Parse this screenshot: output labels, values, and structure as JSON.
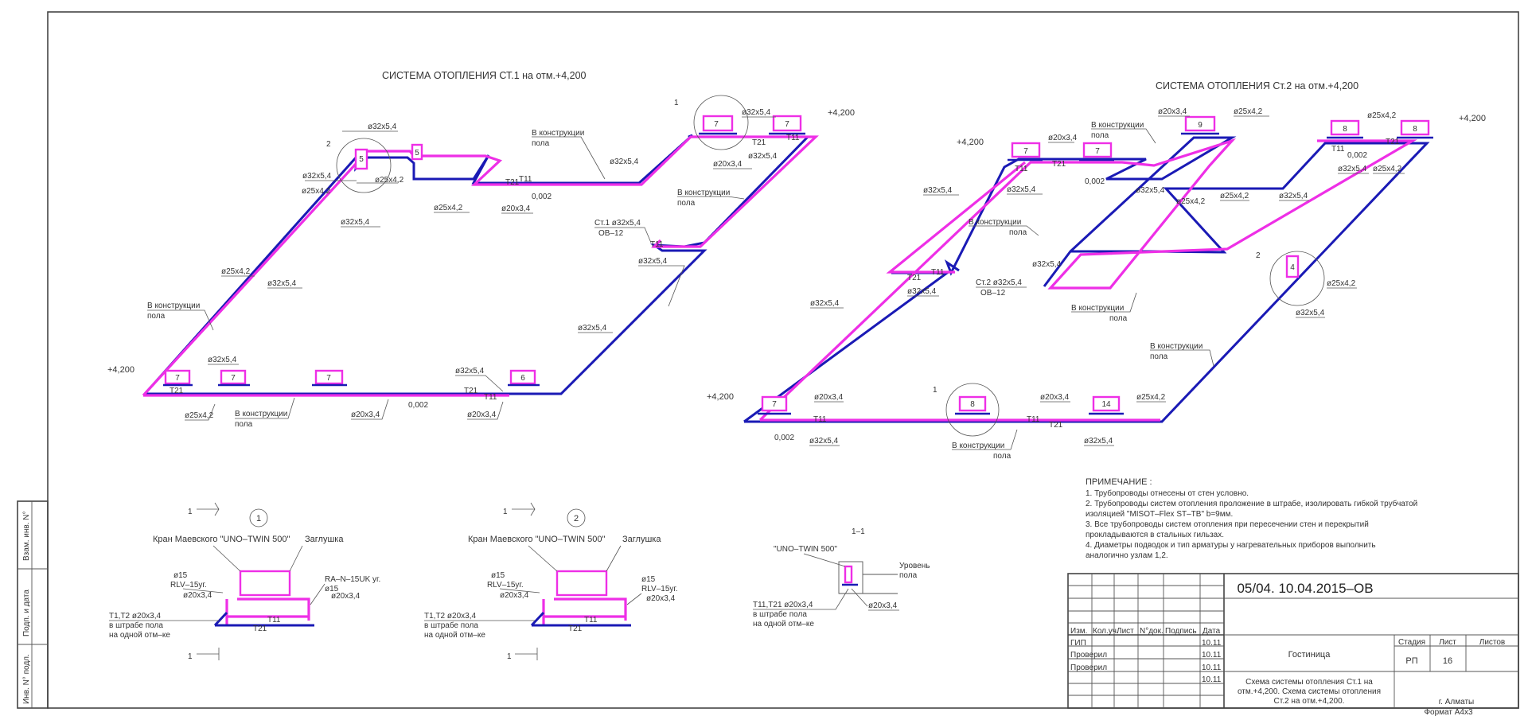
{
  "titles": {
    "left": "СИСТЕМА  ОТОПЛЕНИЯ  СТ.1  на  отм.+4,200",
    "right": "СИСТЕМА  ОТОПЛЕНИЯ  Ст.2  на  отм.+4,200",
    "section": "1–1"
  },
  "labels": {
    "d32": "ø32x5,4",
    "d25": "ø25x4,2",
    "d20": "ø20x3,4",
    "d15": "ø15",
    "level": "+4,200",
    "slope": "0,002",
    "t11": "T11",
    "t21": "T21",
    "in_floor_1": "В  конструкции",
    "in_floor_2": "пола",
    "st1": "Ст.1  ø32x5,4",
    "st2": "Ст.2  ø32x5,4",
    "ov12": "ОВ–12",
    "valve_label": "Кран Маевского  \"UNO–TWIN 500\"",
    "plug": "Заглушка",
    "rlv": "RLV–15уг.",
    "ra": "RA–N–15UK уг.",
    "t1t2": "T1,T2  ø20x3,4",
    "in_groove": "в  штрабе  пола",
    "same_mark": "на  одной  отм–ке",
    "uno": "\"UNO–TWIN 500\"",
    "t11t21": "T11,T21  ø20x3,4",
    "floor_level_1": "Уровень",
    "floor_level_2": "пола",
    "one": "1",
    "two": "2",
    "four": "4"
  },
  "radiators": {
    "r5": "5",
    "r6": "6",
    "r7": "7",
    "r8": "8",
    "r9": "9",
    "r14": "14"
  },
  "notes": {
    "title": "ПРИМЕЧАНИЕ :",
    "lines": [
      "1.  Трубопроводы отнесены от стен условно.",
      "2.  Трубопроводы систем отопления проложение в штрабе, изолировать гибкой трубчатой",
      "изоляцией  \"MISOT–Flex ST–TB\" b=9мм.",
      "3.  Все трубопроводы систем отопления при пересечении стен и перекрытий",
      "прокладываются в стальных гильзах.",
      "4.  Диаметры подводок и тип арматуры у нагревательных    приборов выполнить",
      "аналогично узлам 1,2."
    ]
  },
  "stamp": {
    "doc_code": "05/04.  10.04.2015–ОВ",
    "cols": [
      "Изм.",
      "Кол.уч.",
      "Лист",
      "N°док.",
      "Подпись",
      "Дата"
    ],
    "rows": [
      {
        "role": "ГИП",
        "date": "10.11"
      },
      {
        "role": "Проверил",
        "date": "10.11"
      },
      {
        "role": "Проверил",
        "date": "10.11"
      },
      {
        "role": "",
        "date": "10.11"
      }
    ],
    "object": "Гостиница",
    "stage_h": "Стадия",
    "sheet_h": "Лист",
    "sheets_h": "Листов",
    "stage": "РП",
    "sheet": "16",
    "desc": [
      "Схема системы отопления Ст.1  на",
      "отм.+4,200.  Схема системы отопления",
      "Ст.2  на  отм.+4,200."
    ],
    "city": "г. Алматы",
    "format": "Формат  А4х3"
  },
  "side_stamp": [
    "Взам. инв. N°",
    "Подп. и дата",
    "Инв. N° подл."
  ],
  "colors": {
    "return_pipe": "#ee2fe6",
    "supply_pipe": "#1a1ab5",
    "frame": "#444444"
  }
}
